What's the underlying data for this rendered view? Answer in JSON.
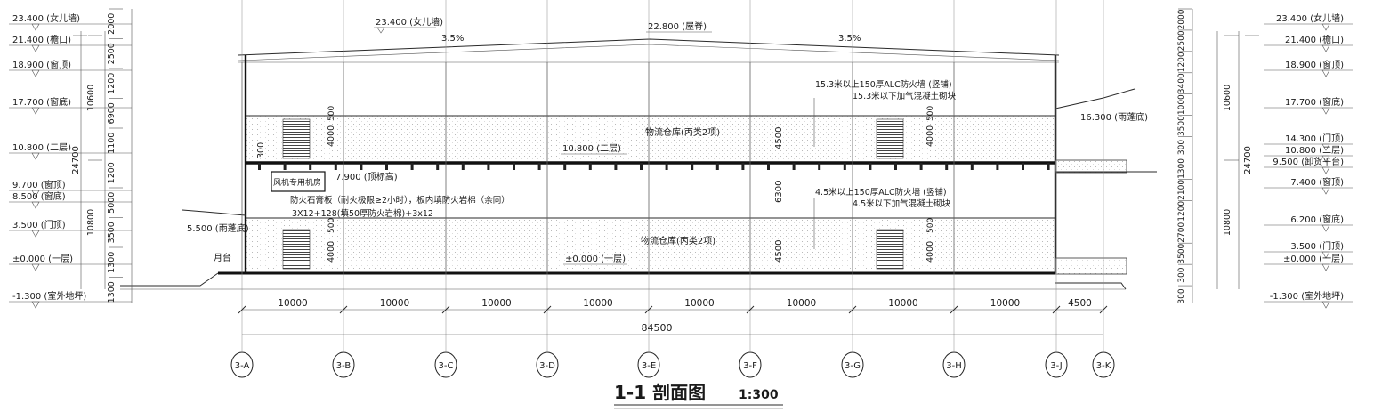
{
  "title": {
    "main": "1-1 剖面图",
    "scale": "1:300"
  },
  "left_levels": [
    {
      "text": "23.400 (女儿墙)"
    },
    {
      "text": "21.400 (檐口)"
    },
    {
      "text": "18.900 (窗顶)"
    },
    {
      "text": "17.700 (窗底)"
    },
    {
      "text": "10.800 (二层)"
    },
    {
      "text": "9.700 (窗顶)"
    },
    {
      "text": "8.500 (窗底)"
    },
    {
      "text": "3.500 (门顶)"
    },
    {
      "text": "±0.000 (一层)"
    },
    {
      "text": "-1.300 (室外地坪)"
    }
  ],
  "right_levels": [
    {
      "text": "23.400 (女儿墙)"
    },
    {
      "text": "21.400 (檐口)"
    },
    {
      "text": "18.900 (窗顶)"
    },
    {
      "text": "17.700 (窗底)"
    },
    {
      "text": "14.300 (门顶)"
    },
    {
      "text": "10.800 (二层)"
    },
    {
      "text": "9.500 (卸货平台)"
    },
    {
      "text": "7.400 (窗顶)"
    },
    {
      "text": "6.200 (窗底)"
    },
    {
      "text": "3.500 (门顶)"
    },
    {
      "text": "±0.000 (一层)"
    },
    {
      "text": "-1.300 (室外地坪)"
    }
  ],
  "left_dims_a": [
    "2000",
    "2500",
    "1200",
    "6900",
    "1100",
    "1200",
    "5000",
    "3500",
    "1300",
    "1300"
  ],
  "left_dims_b": [
    "10600",
    "10800"
  ],
  "left_dim_total": "24700",
  "right_dims_a": [
    "2000",
    "2500",
    "1200",
    "3400",
    "1000",
    "3500",
    "300",
    "1300",
    "2100",
    "1200",
    "2700",
    "3500",
    "300",
    "300"
  ],
  "right_dims_b": [
    "10600",
    "10800"
  ],
  "right_dim_total": "24700",
  "inner": {
    "top_left": "23.400 (女儿墙)",
    "ridge": "22.800 (屋脊)",
    "slope_left": "3.5%",
    "slope_right": "3.5%",
    "canopy_right": "16.300 (雨蓬底)",
    "canopy_left": "5.500 (雨蓬底)",
    "second_floor": "10.800 (二层)",
    "first_floor": "±0.000 (一层)",
    "fan_room": "风机专用机房",
    "truss_level": "7.900 (顶标高)",
    "fire_note_1": "防火石膏板（耐火极限≥2小时），板内填防火岩棉（余同）",
    "fire_note_2": "3X12+128(填50厚防火岩棉)+3x12",
    "upper_warehouse": "物流仓库(丙类2项)",
    "lower_warehouse": "物流仓库(丙类2项)",
    "upper_wall_1": "15.3米以上150厚ALC防火墙 (竖铺)",
    "upper_wall_2": "15.3米以下加气混凝土砌块",
    "lower_wall_1": "4.5米以上150厚ALC防火墙 (竖铺)",
    "lower_wall_2": "4.5米以下加气混凝土砌块",
    "yuetai": "月台",
    "h_upper": "4500",
    "h_lower_a": "6300",
    "h_lower_b": "4500",
    "vent_a": "4000",
    "vent_b": "500",
    "h300": "300"
  },
  "bay_dims": [
    "10000",
    "10000",
    "10000",
    "10000",
    "10000",
    "10000",
    "10000",
    "10000",
    "4500"
  ],
  "total_dim": "84500",
  "axes": [
    "3-A",
    "3-B",
    "3-C",
    "3-D",
    "3-E",
    "3-F",
    "3-G",
    "3-H",
    "3-J",
    "3-K"
  ]
}
